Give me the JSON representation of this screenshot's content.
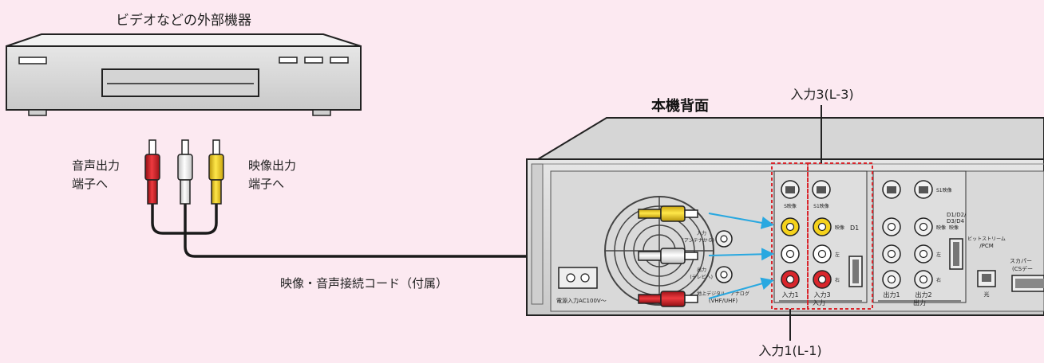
{
  "labels": {
    "external_device": "ビデオなどの外部機器",
    "audio_out_line1": "音声出力",
    "audio_out_line2": "端子へ",
    "video_out_line1": "映像出力",
    "video_out_line2": "端子へ",
    "cable": "映像・音声接続コード（付属）",
    "rear_panel": "本機背面",
    "input3": "入力3(L-3)",
    "input1": "入力1(L-1)"
  },
  "panel": {
    "svideo_a": "S映像",
    "svideo_b": "S1映像",
    "svideo_c": "S1映像",
    "video": "映像",
    "d1": "D1",
    "left": "左",
    "right": "右",
    "in1": "入力1",
    "in3": "入力3",
    "in_group": "入力",
    "out1": "出力1",
    "out2": "出力2",
    "out_group": "出力",
    "d_out": "D1/D2/",
    "d_out2": "D3/D4",
    "d_out3": "映像",
    "bitstream": "ビットストリーム",
    "pcm": "/PCM",
    "optical": "光",
    "skyperfect": "スカパー",
    "cs_data": "(CSデー",
    "power": "電源入力AC100V〜",
    "ant_in": "入力",
    "ant_in2": "(アンテナから)",
    "ant_out": "出力",
    "ant_out2": "(テレビへ)",
    "vhf_label": "地上デジタル・アナログ",
    "vhf": "(VHF/UHF)"
  },
  "colors": {
    "yellow": "#f5d21c",
    "white": "#ffffff",
    "red": "#d9262c",
    "dashed_outline": "#d9262c",
    "arrow": "#29a8e0",
    "background": "#fce9f1",
    "device_body": "#dcdcdc"
  }
}
